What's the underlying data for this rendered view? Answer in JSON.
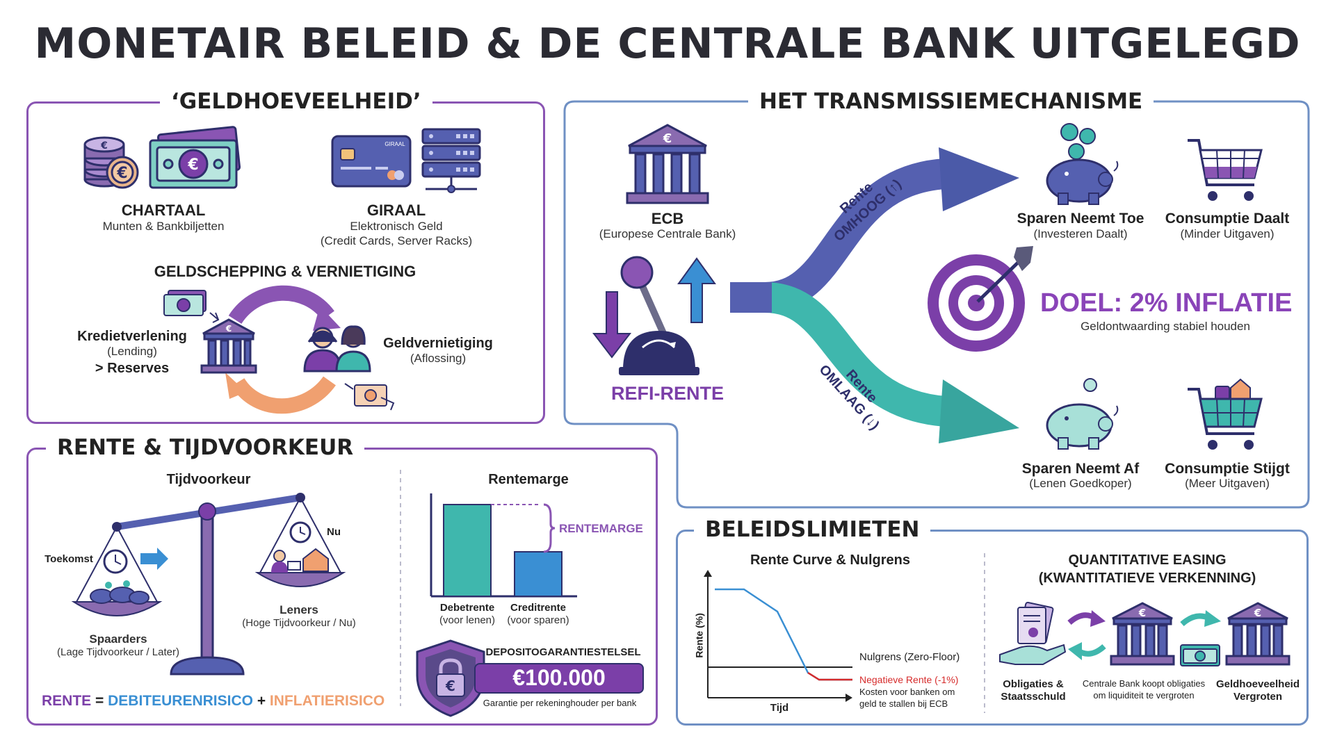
{
  "title": "MONETAIR BELEID & DE CENTRALE BANK UITGELEGD",
  "geld": {
    "title": "‘GELDHOEVEELHEID’",
    "chartaal": {
      "title": "CHARTAAL",
      "sub": "Munten & Bankbiljetten"
    },
    "giraal": {
      "title": "GIRAAL",
      "sub1": "Elektronisch Geld",
      "sub2": "(Credit Cards, Server Racks)",
      "card_text": "GIRAAL"
    },
    "creation": {
      "title": "GELDSCHEPPING & VERNIETIGING",
      "left1": "Kredietverlening",
      "left2": "(Lending)",
      "left3": "> Reserves",
      "right1": "Geldvernietiging",
      "right2": "(Aflossing)"
    }
  },
  "transmissie": {
    "title": "HET TRANSMISSIEMECHANISME",
    "ecb": "ECB",
    "ecb_sub": "(Europese Centrale Bank)",
    "refi": "REFI-RENTE",
    "up_label1": "Rente",
    "up_label2": "OMHOOG (↑)",
    "down_label1": "Rente",
    "down_label2": "OMLAAG (↓)",
    "sparen_toe": "Sparen Neemt Toe",
    "sparen_toe_sub": "(Investeren Daalt)",
    "consumptie_daalt": "Consumptie Daalt",
    "consumptie_daalt_sub": "(Minder Uitgaven)",
    "doel": "DOEL: 2% INFLATIE",
    "doel_sub": "Geldontwaarding stabiel houden",
    "sparen_af": "Sparen Neemt Af",
    "sparen_af_sub": "(Lenen Goedkoper)",
    "consumptie_stijgt": "Consumptie Stijgt",
    "consumptie_stijgt_sub": "(Meer Uitgaven)"
  },
  "rente": {
    "title": "RENTE & TIJDVOORKEUR",
    "tijdvoorkeur": "Tijdvoorkeur",
    "toekomst": "Toekomst",
    "nu": "Nu",
    "spaarders": "Spaarders",
    "spaarders_sub": "(Lage Tijdvoorkeur / Later)",
    "leners": "Leners",
    "leners_sub": "(Hoge Tijdvoorkeur / Nu)",
    "formula": {
      "a": "RENTE",
      "eq": " = ",
      "b": "DEBITEURENRISICO",
      "plus": " + ",
      "c": "INFLATIERISICO"
    },
    "rentemarge_title": "Rentemarge",
    "rentemarge_label": "RENTEMARGE",
    "debet": "Debetrente",
    "debet_sub": "(voor lenen)",
    "credit": "Creditrente",
    "credit_sub": "(voor sparen)",
    "depo_title": "DEPOSITOGARANTIESTELSEL",
    "depo_amount": "€100.000",
    "depo_sub": "Garantie per rekeninghouder per bank"
  },
  "limieten": {
    "title": "BELEIDSLIMIETEN",
    "curve_title": "Rente Curve & Nulgrens",
    "ylabel": "Rente (%)",
    "xlabel": "Tijd",
    "nulgrens": "Nulgrens (Zero-Floor)",
    "neg": "Negatieve Rente (-1%)",
    "neg_sub1": "Kosten voor banken om",
    "neg_sub2": "geld te stallen bij ECB",
    "qe_title1": "QUANTITATIVE EASING",
    "qe_title2": "(KWANTITATIEVE VERKENNING)",
    "qe_a1": "Obligaties &",
    "qe_a2": "Staatsschuld",
    "qe_b1": "Centrale Bank koopt obligaties",
    "qe_b2": "om liquiditeit te vergroten",
    "qe_c1": "Geldhoeveelheid",
    "qe_c2": "Vergroten"
  },
  "colors": {
    "purple": "#7b3fa8",
    "teal": "#3fb7ad",
    "navy": "#2e2f6b",
    "blue": "#3a8fd3",
    "orange": "#f0a070",
    "red": "#d62b2b"
  }
}
